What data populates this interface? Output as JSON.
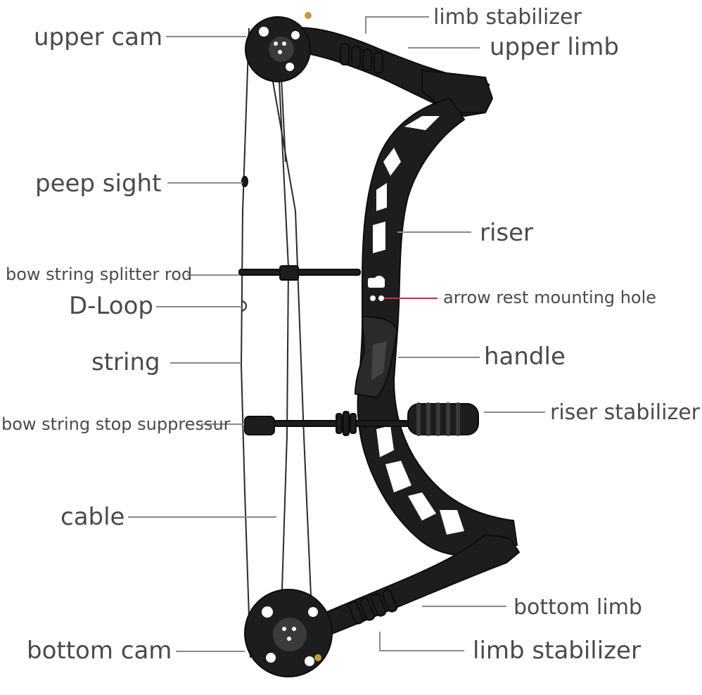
{
  "labels": {
    "upper_cam": "upper cam",
    "limb_stabilizer_top": "limb stabilizer",
    "upper_limb": "upper limb",
    "peep_sight": "peep sight",
    "riser": "riser",
    "splitter_rod": "bow string splitter rod",
    "arrow_rest_hole": "arrow rest mounting hole",
    "d_loop": "D-Loop",
    "string": "string",
    "handle": "handle",
    "stop_suppressor": "bow string stop suppressur",
    "riser_stabilizer": "riser stabilizer",
    "cable": "cable",
    "bottom_limb": "bottom limb",
    "bottom_cam": "bottom cam",
    "limb_stabilizer_bottom": "limb stabilizer"
  },
  "colors": {
    "label_text": "#4a4a4a",
    "leader_line": "#8a8a8a",
    "arrow_rest_leader": "#b23a48",
    "bow_body": "#1d1d1d"
  }
}
